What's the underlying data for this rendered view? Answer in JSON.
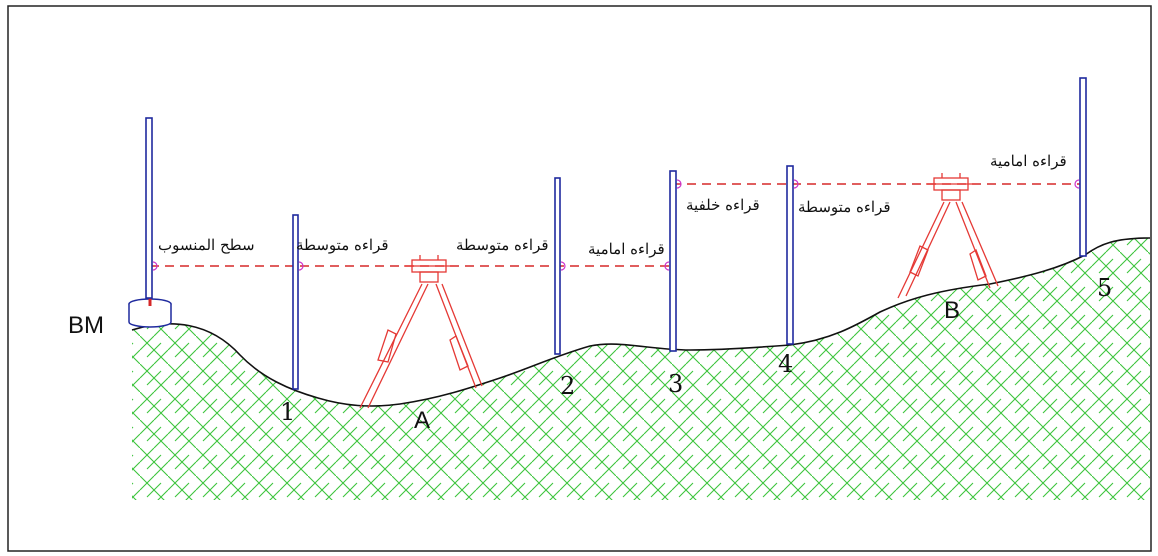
{
  "labels": {
    "bm": "BM",
    "bm_surface": "سطح المنسوب",
    "intermediate_1": "قراءه متوسطة",
    "intermediate_2": "قراءه متوسطة",
    "foresight_1": "قراءه امامية",
    "backsight": "قراءه خلفية",
    "intermediate_3": "قراءه متوسطة",
    "foresight_2": "قراءه امامية"
  },
  "stations": [
    "1",
    "2",
    "3",
    "4",
    "5"
  ],
  "instruments": [
    "A",
    "B"
  ],
  "colors": {
    "staff": "#1f2a9e",
    "sight_line": "#d62828",
    "ground": "#111111",
    "hatch": "#3cc43c",
    "tripod": "#e53935",
    "tick": "#cc33cc"
  }
}
